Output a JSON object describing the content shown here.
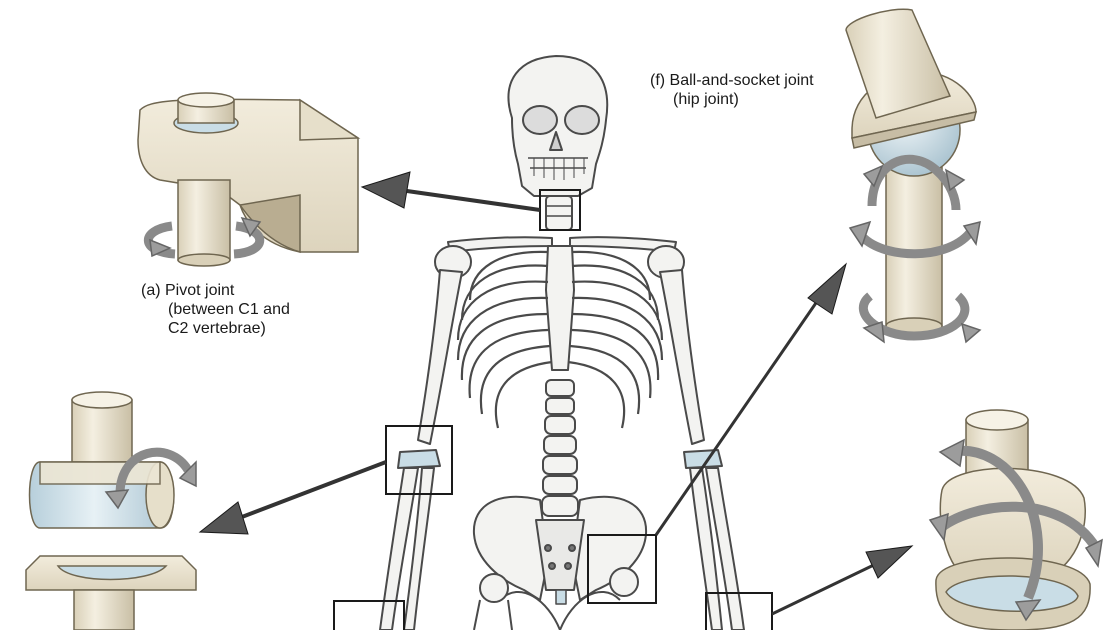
{
  "labels": {
    "pivot": {
      "line1": "(a) Pivot joint",
      "line2": "(between C1 and",
      "line3": "C2 vertebrae)"
    },
    "ball_socket": {
      "line1": "(f) Ball-and-socket joint",
      "line2": "(hip joint)"
    }
  },
  "colors": {
    "bone_fill": "#f3f3f1",
    "bone_stroke": "#4a4a4a",
    "cartilage": "#c9dde6",
    "joint_beige": "#ece6d4",
    "joint_shadow": "#c7bda5",
    "arrow_dark": "#555555",
    "arrow_gray": "#9c9c9c",
    "box_stroke": "#1a1a1a"
  }
}
